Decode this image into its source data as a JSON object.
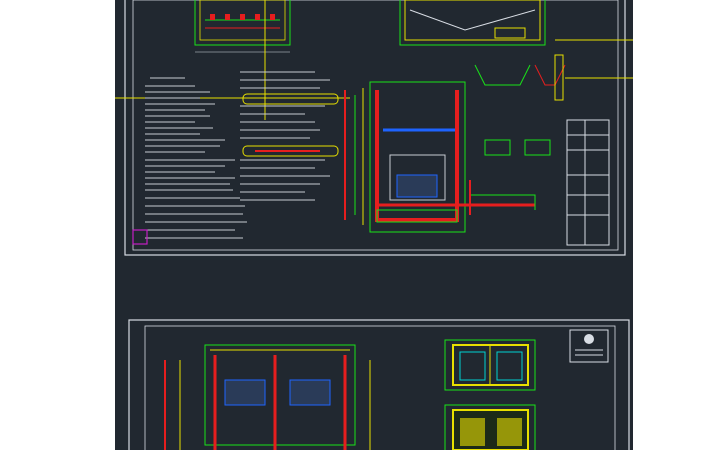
{
  "app": {
    "mode": "cad-drawing-viewer"
  },
  "colors": {
    "canvas_background": "#212830",
    "page_background": "#ffffff",
    "border_white": "#d8dde4",
    "green": "#19e219",
    "yellow": "#e8e000",
    "red": "#e61e1e",
    "blue": "#1e64ff",
    "cyan": "#00d2d2",
    "magenta": "#c41ec4",
    "grey_text": "#c8ccd2"
  },
  "drawings": {
    "sheet_top": {
      "title_block_present": true
    },
    "sheet_bottom": {
      "title_block_present": true
    }
  },
  "icons": {
    "selection_marker": "magenta-square",
    "logo_mark": "company-logo"
  }
}
